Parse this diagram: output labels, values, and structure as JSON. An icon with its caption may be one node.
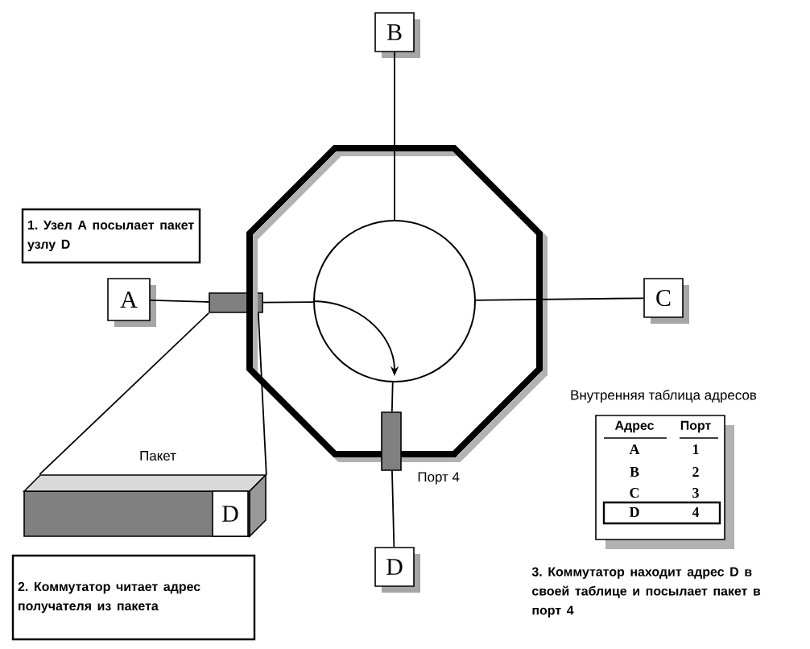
{
  "diagram": {
    "nodes": [
      {
        "text": [
          "1. Узел A посылает пакет узлу D"
        ]
      },
      {
        "text": [
          "A"
        ]
      },
      {
        "text": [],
        "shape": "box"
      },
      {
        "text": [],
        "shape": "octagon"
      },
      {
        "text": [],
        "shape": "circle",
        "in": 3
      },
      {
        "text": [
          "B"
        ]
      },
      {
        "text": [
          "C"
        ]
      },
      {
        "text": [],
        "shape": "bar",
        "beside": [
          "Порт 4"
        ]
      },
      {
        "text": [
          "D"
        ]
      },
      {
        "text": [],
        "shape": "bar",
        "beside": [
          "Пакет"
        ]
      },
      {
        "text": [
          "D"
        ],
        "in": 9
      },
      {
        "text": [
          "2. Коммутатор читает адрес получателя из пакета"
        ]
      },
      {
        "text": [
          "Внутренняя таблица адресов"
        ]
      }
    ],
    "edges": [
      {
        "from": 1,
        "to": 2,
        "arrow": "none"
      },
      {
        "from": 2,
        "to": 4,
        "arrow": "none"
      },
      {
        "from": 5,
        "to": 4,
        "arrow": "none"
      },
      {
        "from": 4,
        "to": 6,
        "arrow": "none"
      },
      {
        "from": 4,
        "to": 7,
        "arrow": "none"
      },
      {
        "from": 7,
        "to": 8,
        "arrow": "none"
      },
      {
        "from": 2,
        "to": 9,
        "arrow": "none"
      },
      {
        "from": 2,
        "to": 9,
        "arrow": "none"
      }
    ],
    "labels": [
      "Адрес",
      "Порт",
      "A",
      "1",
      "B",
      "2",
      "C",
      "3",
      "D",
      "4",
      "3. Коммутатор находит адрес D в своей таблице и посылает пакет в порт 4"
    ]
  }
}
